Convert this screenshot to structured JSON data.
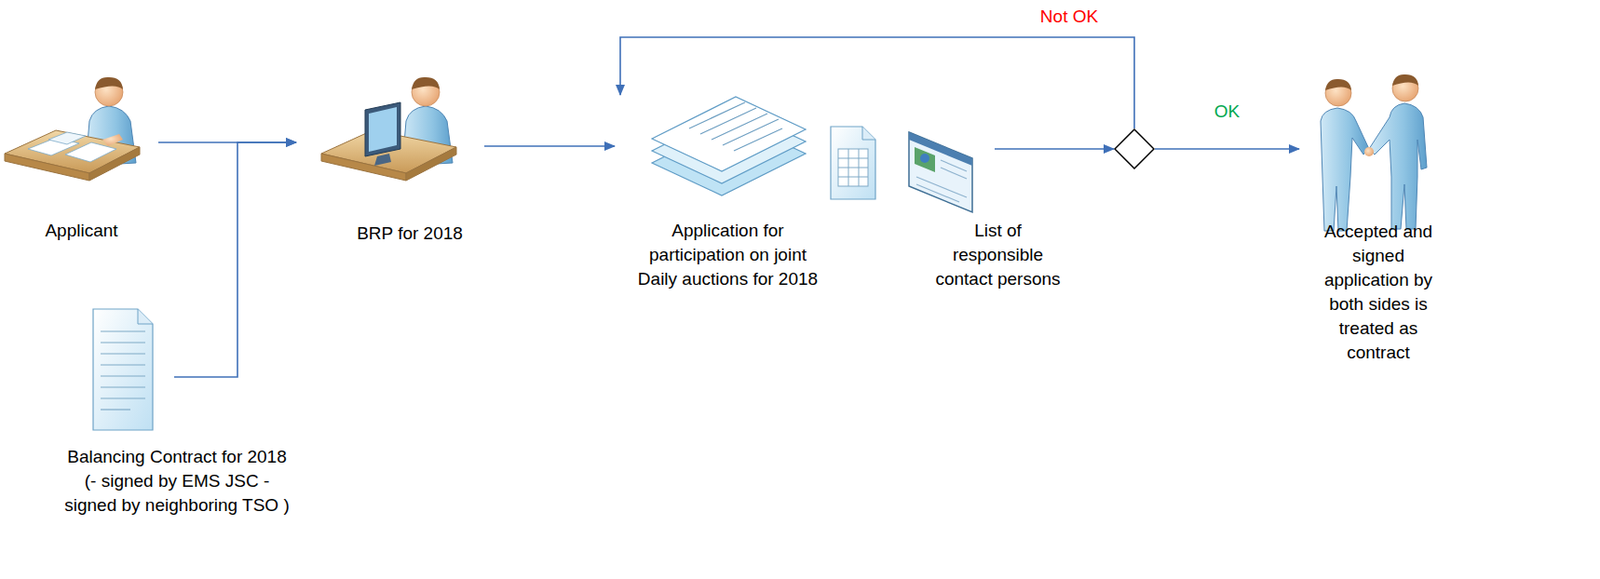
{
  "diagram": {
    "nodes": [
      {
        "text": [
          "Applicant"
        ]
      },
      {
        "text": [
          "Balancing Contract for 2018 (- signed by EMS JSC -signed by neighboring TSO )"
        ]
      },
      {
        "text": [
          "BRP for 2018"
        ]
      },
      {
        "text": [
          "Application for participation on joint Daily auctions for 2018"
        ]
      },
      {
        "text": [
          "List of responsible contact persons"
        ]
      },
      {
        "text": []
      },
      {
        "text": [
          "Accepted and signed application by both sides is treated as contract"
        ]
      }
    ],
    "edges": [
      {
        "from": 0,
        "to": 2,
        "arrow": "to"
      },
      {
        "from": 1,
        "to": 2,
        "arrow": "to"
      },
      {
        "from": 2,
        "to": 3,
        "arrow": "to"
      },
      {
        "from": 4,
        "to": 5,
        "arrow": "to"
      },
      {
        "from": 5,
        "to": 3,
        "label": "Not OK",
        "arrow": "to"
      },
      {
        "from": 5,
        "to": 6,
        "label": "OK",
        "arrow": "to"
      }
    ]
  }
}
